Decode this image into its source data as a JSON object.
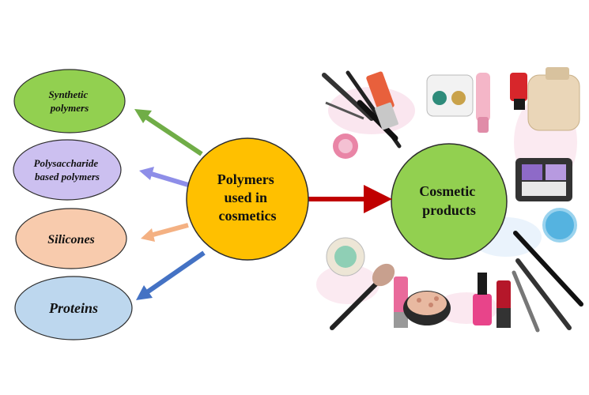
{
  "diagram": {
    "center_node": {
      "line1": "Polymers",
      "line2": "used in",
      "line3": "cosmetics",
      "color": "#FFC000"
    },
    "target_node": {
      "line1": "Cosmetic",
      "line2": "products",
      "color": "#92D050"
    },
    "categories": [
      {
        "line1": "Synthetic",
        "line2": "polymers",
        "fill": "#92D050",
        "arrow": "#70AD47"
      },
      {
        "line1": "Polysaccharide",
        "line2": "based polymers",
        "fill": "#CCC0F0",
        "arrow": "#8E8EE8"
      },
      {
        "line1": "Silicones",
        "fill": "#F8CBAD",
        "arrow": "#F4B183"
      },
      {
        "line1": "Proteins",
        "fill": "#BDD7EE",
        "arrow": "#4472C4"
      }
    ],
    "main_arrow_color": "#C00000"
  },
  "illustration": {
    "name": "cosmetic-products-illustration"
  }
}
